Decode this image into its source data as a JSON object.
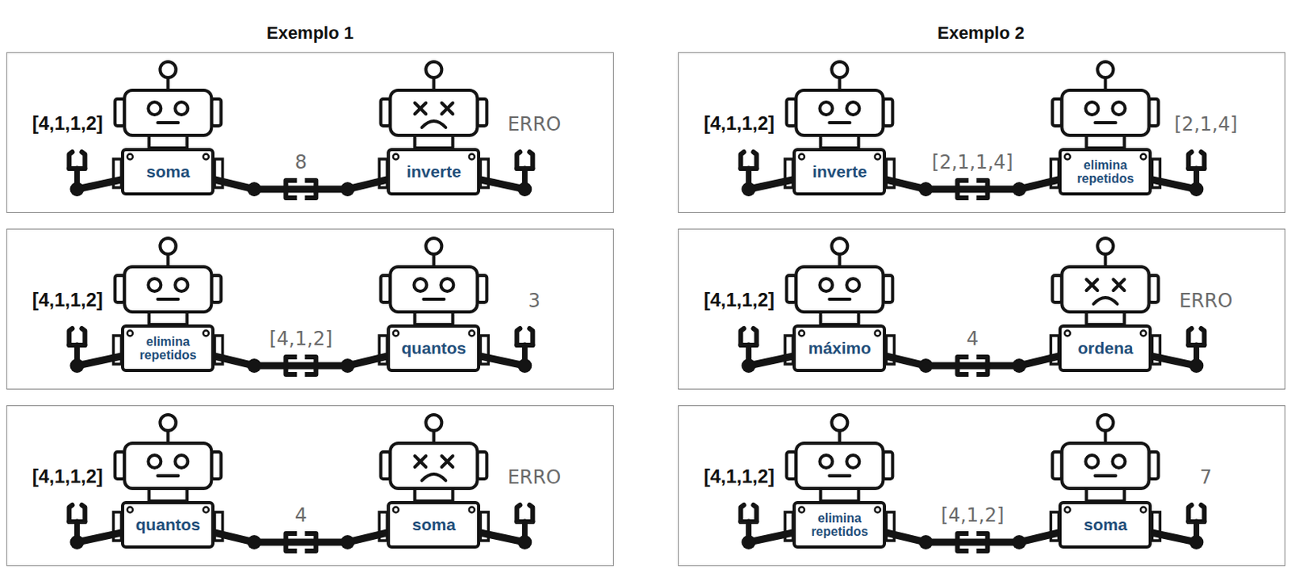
{
  "diagram": {
    "nodes": [
      {
        "text": [
          "[4,1,1,2]",
          "ERRO"
        ]
      },
      {
        "text": [
          "soma"
        ],
        "in": 0
      },
      {
        "text": [
          "inverte"
        ],
        "in": 0
      },
      {
        "text": [
          "[4,1,1,2]",
          "3"
        ]
      },
      {
        "text": [
          "elimina repetidos"
        ],
        "in": 3
      },
      {
        "text": [
          "quantos"
        ],
        "in": 3
      },
      {
        "text": [
          "[4,1,1,2]",
          "ERRO"
        ]
      },
      {
        "text": [
          "quantos"
        ],
        "in": 6
      },
      {
        "text": [
          "soma"
        ],
        "in": 6
      },
      {
        "text": [
          "[4,1,1,2]",
          "[2,1,4]"
        ]
      },
      {
        "text": [
          "inverte"
        ],
        "in": 9
      },
      {
        "text": [
          "elimina repetidos"
        ],
        "in": 9
      },
      {
        "text": [
          "[4,1,1,2]",
          "ERRO"
        ]
      },
      {
        "text": [
          "máximo"
        ],
        "in": 12
      },
      {
        "text": [
          "ordena"
        ],
        "in": 12
      },
      {
        "text": [
          "[4,1,1,2]",
          "7"
        ]
      },
      {
        "text": [
          "elimina repetidos"
        ],
        "in": 15
      },
      {
        "text": [
          "soma"
        ],
        "in": 15
      }
    ],
    "edges": [
      {
        "from": 1,
        "to": 2,
        "arrow": "none",
        "label": "8"
      },
      {
        "from": 4,
        "to": 5,
        "arrow": "none",
        "label": "[4,1,2]"
      },
      {
        "from": 7,
        "to": 8,
        "arrow": "none",
        "label": "4"
      },
      {
        "from": 10,
        "to": 11,
        "arrow": "none",
        "label": "[2,1,1,4]"
      },
      {
        "from": 13,
        "to": 14,
        "arrow": "none",
        "label": "4"
      },
      {
        "from": 16,
        "to": 17,
        "arrow": "none",
        "label": "[4,1,2]"
      }
    ],
    "labels": [
      "Exemplo 1",
      "Exemplo 2"
    ]
  }
}
